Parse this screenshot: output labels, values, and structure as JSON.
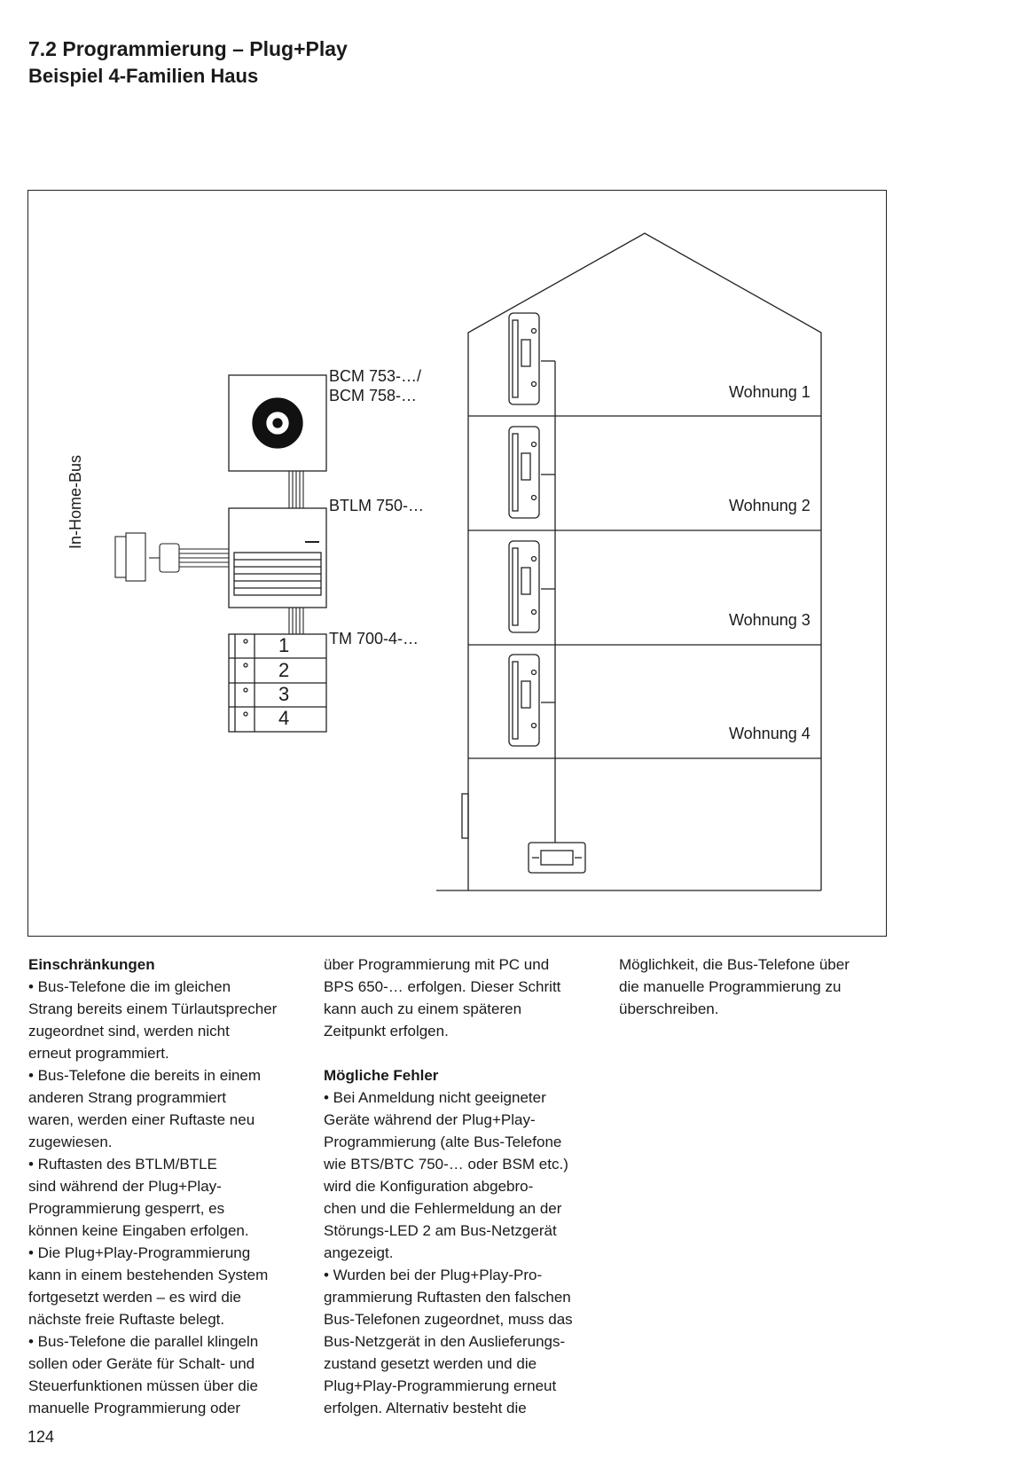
{
  "header": {
    "title": "7.2 Programmierung – Plug+Play",
    "subtitle": "Beispiel 4-Familien Haus"
  },
  "diagram": {
    "labels": {
      "bcm_line1": "BCM 753-…/",
      "bcm_line2": "BCM 758-…",
      "btlm": "BTLM 750-…",
      "tm": "TM 700-4-…",
      "bus": "In-Home-Bus"
    },
    "keys": [
      "1",
      "2",
      "3",
      "4"
    ],
    "apartments": [
      "Wohnung 1",
      "Wohnung 2",
      "Wohnung 3",
      "Wohnung 4"
    ]
  },
  "text": {
    "col1": {
      "heading": "Einschränkungen",
      "lines": [
        "• Bus-Telefone die im gleichen",
        "Strang bereits einem Türlautsprecher",
        "zugeordnet sind, werden nicht",
        "erneut programmiert.",
        "• Bus-Telefone die bereits in einem",
        "anderen Strang programmiert",
        "waren, werden einer Ruftaste neu",
        "zugewiesen.",
        "• Ruftasten des BTLM/BTLE",
        "sind während der Plug+Play-",
        "Programmierung gesperrt, es",
        "können keine Eingaben erfolgen.",
        "• Die Plug+Play-Programmierung",
        "kann in einem bestehenden System",
        "fortgesetzt werden – es wird die",
        "nächste freie Ruftaste belegt.",
        "• Bus-Telefone die parallel klingeln",
        "sollen oder Geräte für Schalt- und",
        "Steuerfunktionen müssen über die",
        "manuelle Programmierung oder"
      ]
    },
    "col2": {
      "lines_top": [
        "über Programmierung mit PC und",
        "BPS 650-… erfolgen. Dieser Schritt",
        "kann auch zu einem späteren",
        "Zeitpunkt erfolgen."
      ],
      "heading": "Mögliche Fehler",
      "lines": [
        "• Bei Anmeldung nicht geeigneter",
        "Geräte während der Plug+Play-",
        "Programmierung (alte Bus-Telefone",
        "wie BTS/BTC 750-… oder BSM etc.)",
        "wird die Konfiguration abgebro-",
        "chen und die Fehlermeldung an der",
        "Störungs-LED 2 am Bus-Netzgerät",
        "angezeigt.",
        "• Wurden bei der Plug+Play-Pro-",
        "grammierung Ruftasten den falschen",
        "Bus-Telefonen zugeordnet, muss das",
        "Bus-Netzgerät in den Auslieferungs-",
        "zustand gesetzt werden und die",
        "Plug+Play-Programmierung erneut",
        "erfolgen. Alternativ besteht die"
      ]
    },
    "col3": {
      "lines": [
        "Möglichkeit, die Bus-Telefone über",
        "die manuelle Programmierung zu",
        "überschreiben."
      ]
    }
  },
  "footer": {
    "page_number": "124"
  }
}
